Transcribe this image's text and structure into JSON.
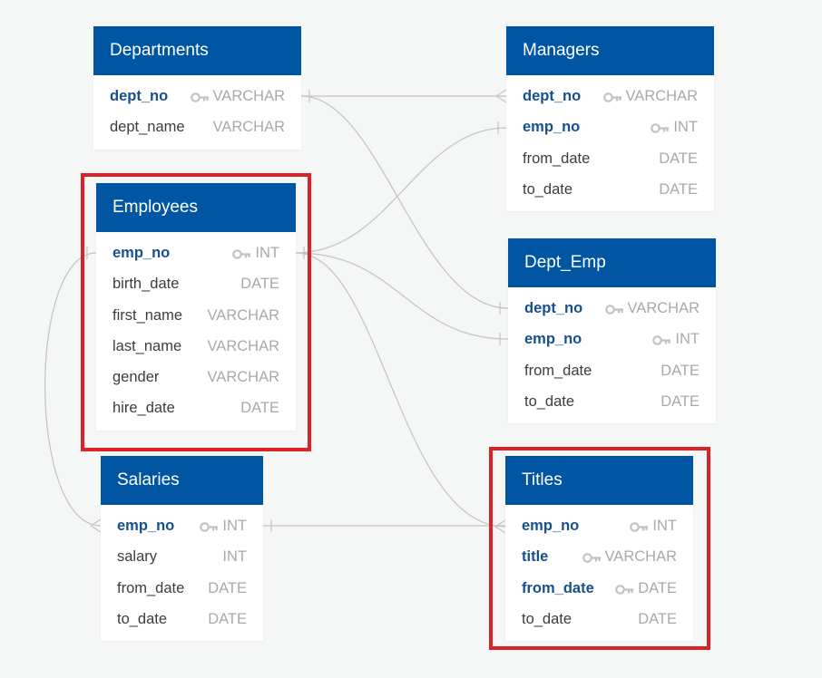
{
  "colors": {
    "header": "#0056a3",
    "key_text": "#16508e",
    "highlight": "#dd2227",
    "connector": "#c4c4c4"
  },
  "icons": {
    "key": "key-icon"
  },
  "tables": {
    "departments": {
      "title": "Departments",
      "fields": [
        {
          "name": "dept_no",
          "type": "VARCHAR",
          "key": true
        },
        {
          "name": "dept_name",
          "type": "VARCHAR",
          "key": false
        }
      ]
    },
    "managers": {
      "title": "Managers",
      "fields": [
        {
          "name": "dept_no",
          "type": "VARCHAR",
          "key": true
        },
        {
          "name": "emp_no",
          "type": "INT",
          "key": true
        },
        {
          "name": "from_date",
          "type": "DATE",
          "key": false
        },
        {
          "name": "to_date",
          "type": "DATE",
          "key": false
        }
      ]
    },
    "employees": {
      "title": "Employees",
      "fields": [
        {
          "name": "emp_no",
          "type": "INT",
          "key": true
        },
        {
          "name": "birth_date",
          "type": "DATE",
          "key": false
        },
        {
          "name": "first_name",
          "type": "VARCHAR",
          "key": false
        },
        {
          "name": "last_name",
          "type": "VARCHAR",
          "key": false
        },
        {
          "name": "gender",
          "type": "VARCHAR",
          "key": false
        },
        {
          "name": "hire_date",
          "type": "DATE",
          "key": false
        }
      ]
    },
    "dept_emp": {
      "title": "Dept_Emp",
      "fields": [
        {
          "name": "dept_no",
          "type": "VARCHAR",
          "key": true
        },
        {
          "name": "emp_no",
          "type": "INT",
          "key": true
        },
        {
          "name": "from_date",
          "type": "DATE",
          "key": false
        },
        {
          "name": "to_date",
          "type": "DATE",
          "key": false
        }
      ]
    },
    "salaries": {
      "title": "Salaries",
      "fields": [
        {
          "name": "emp_no",
          "type": "INT",
          "key": true
        },
        {
          "name": "salary",
          "type": "INT",
          "key": false
        },
        {
          "name": "from_date",
          "type": "DATE",
          "key": false
        },
        {
          "name": "to_date",
          "type": "DATE",
          "key": false
        }
      ]
    },
    "titles": {
      "title": "Titles",
      "fields": [
        {
          "name": "emp_no",
          "type": "INT",
          "key": true
        },
        {
          "name": "title",
          "type": "VARCHAR",
          "key": true
        },
        {
          "name": "from_date",
          "type": "DATE",
          "key": true
        },
        {
          "name": "to_date",
          "type": "DATE",
          "key": false
        }
      ]
    }
  }
}
